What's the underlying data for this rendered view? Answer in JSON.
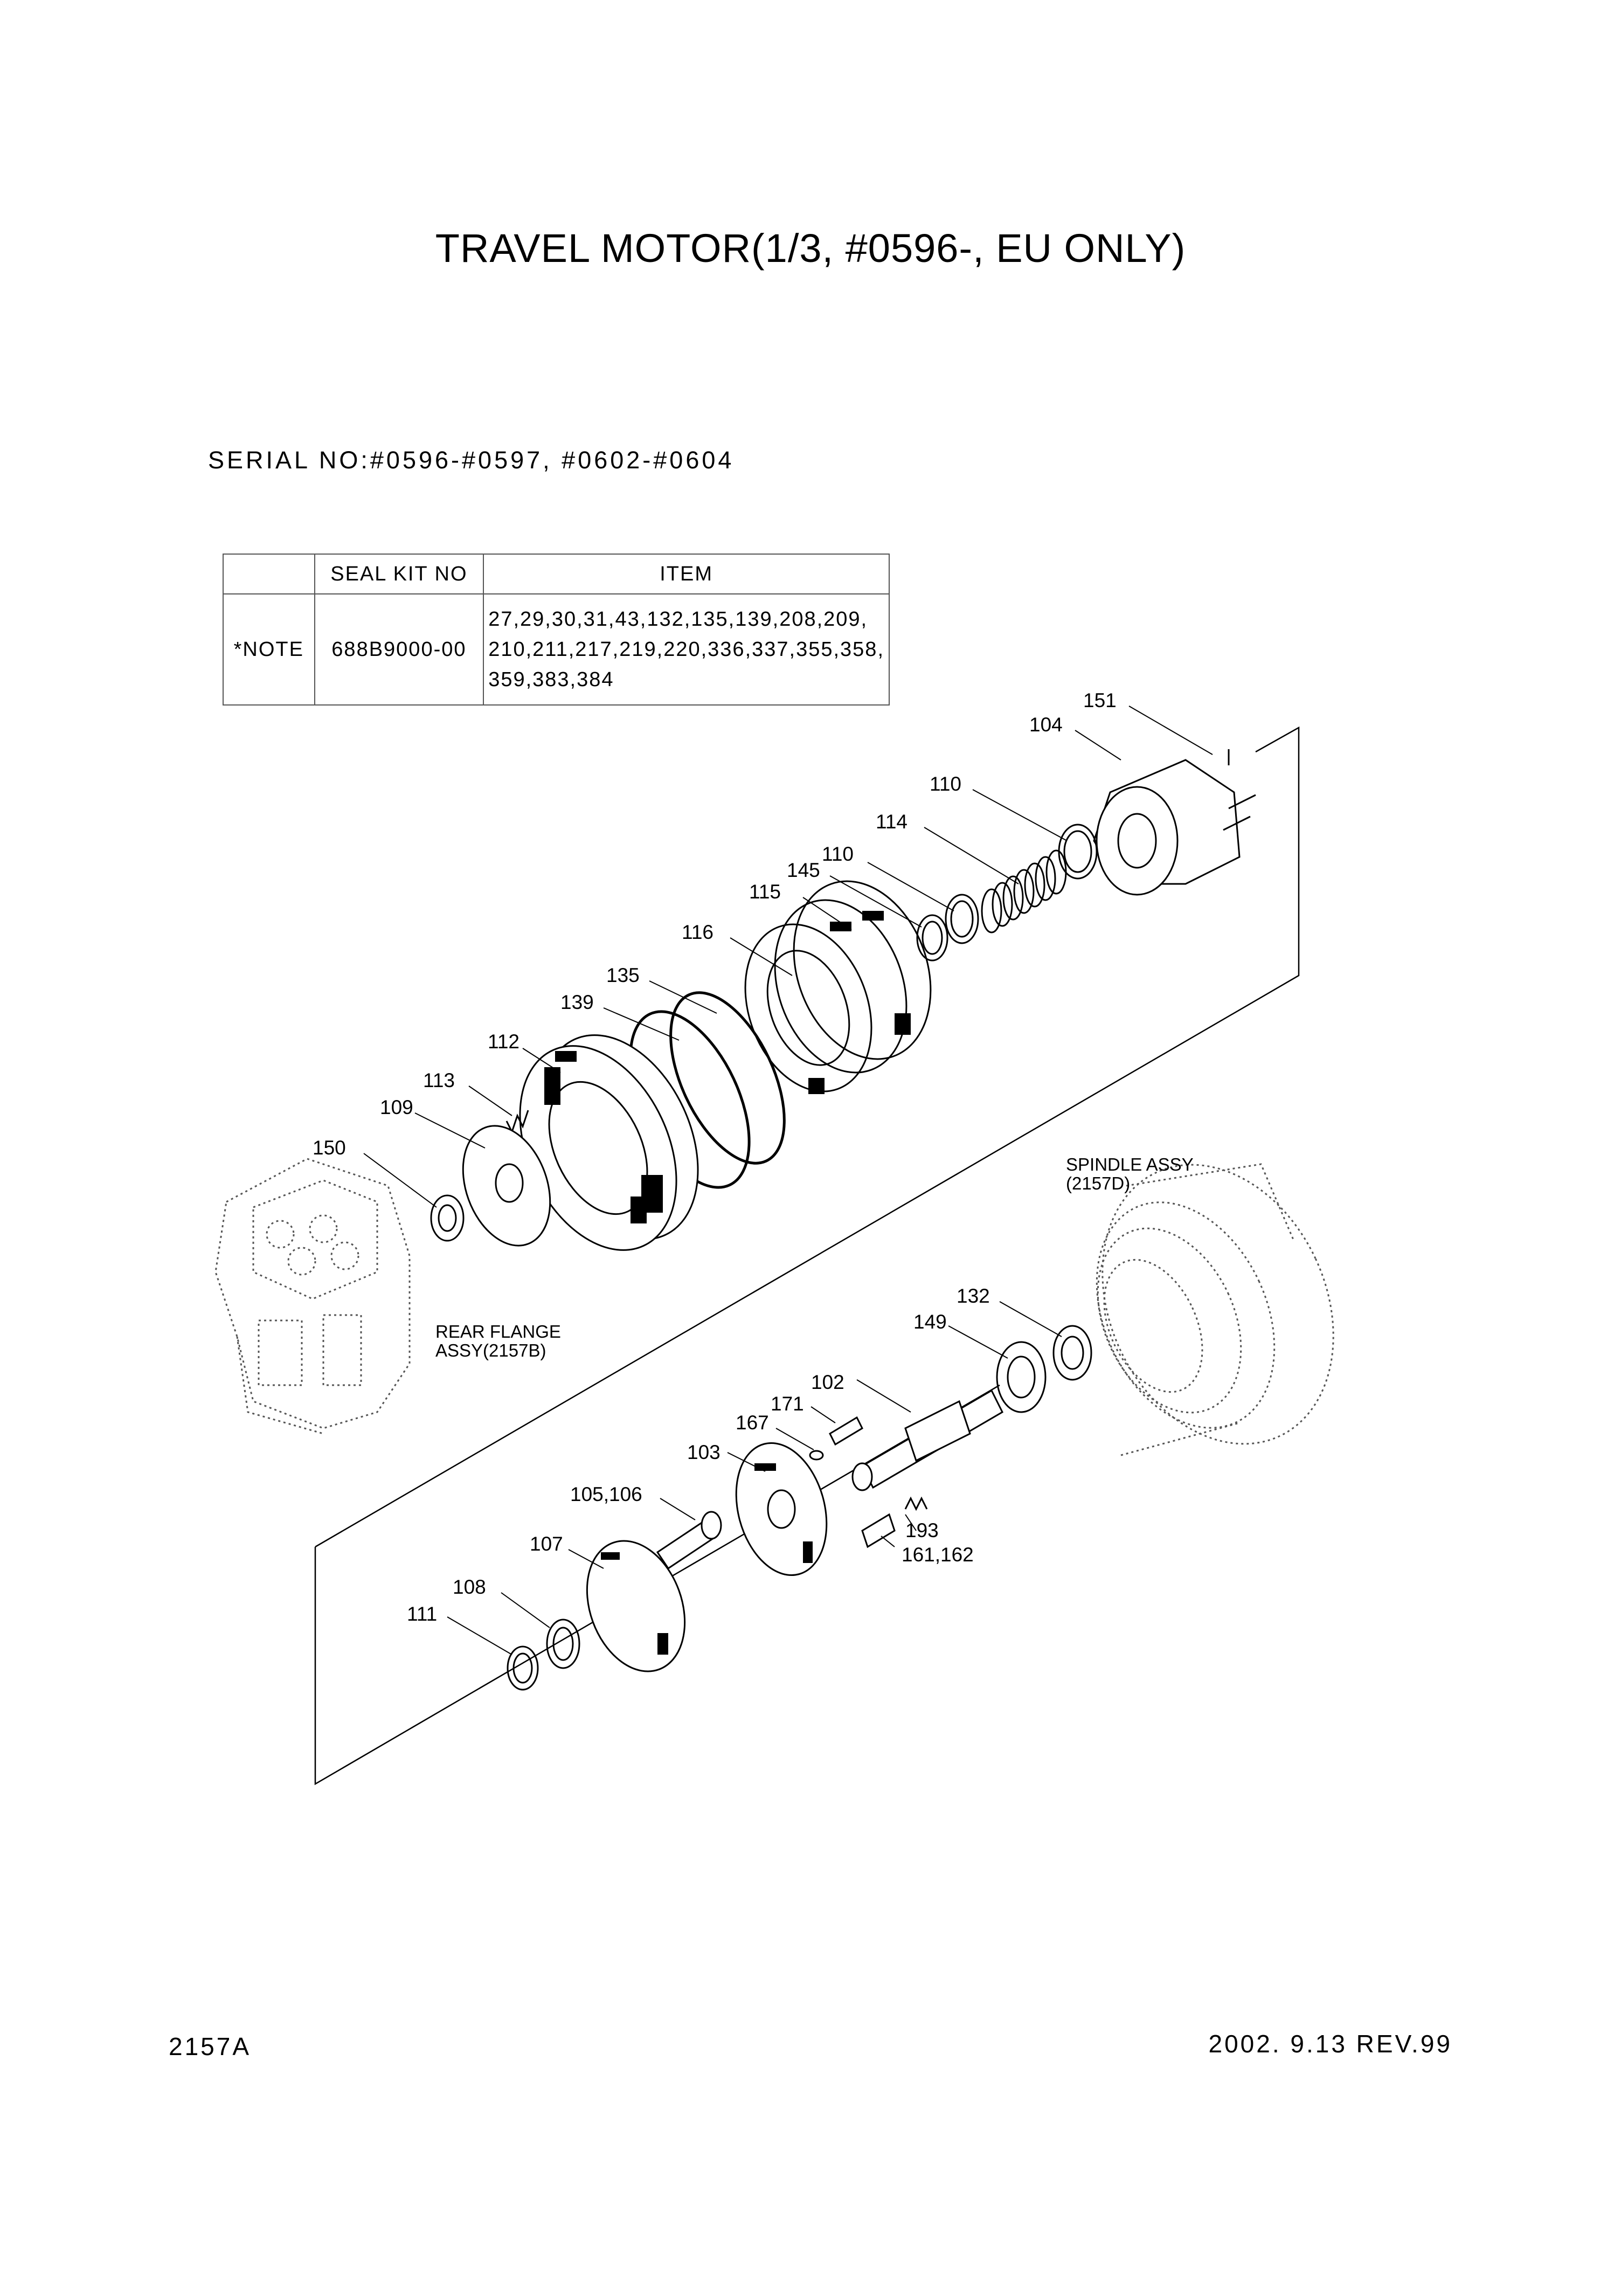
{
  "title": "TRAVEL MOTOR(1/3, #0596-, EU ONLY)",
  "serial": "SERIAL NO:#0596-#0597, #0602-#0604",
  "kit_table": {
    "headers": [
      "",
      "SEAL KIT NO",
      "ITEM"
    ],
    "row": {
      "note": "*NOTE",
      "kit_no": "688B9000-00",
      "items_lines": [
        "27,29,30,31,43,132,135,139,208,209,",
        "210,211,217,219,220,336,337,355,358,",
        "359,383,384"
      ]
    }
  },
  "part_labels": {
    "p151": "151",
    "p104": "104",
    "p110a": "110",
    "p114": "114",
    "p110b": "110",
    "p145": "145",
    "p115": "115",
    "p116": "116",
    "p135": "135",
    "p139": "139",
    "p112": "112",
    "p113": "113",
    "p109": "109",
    "p150": "150",
    "p132": "132",
    "p149": "149",
    "p102": "102",
    "p171": "171",
    "p167": "167",
    "p103": "103",
    "p105_106": "105,106",
    "p107": "107",
    "p108": "108",
    "p111": "111",
    "p193": "193",
    "p161_162": "161,162"
  },
  "annotations": {
    "spindle_line1": "SPINDLE ASSY",
    "spindle_line2": "(2157D)",
    "rear_line1": "REAR FLANGE",
    "rear_line2": "ASSY(2157B)"
  },
  "footer": {
    "code": "2157A",
    "date_rev": "2002. 9.13 REV.99"
  }
}
